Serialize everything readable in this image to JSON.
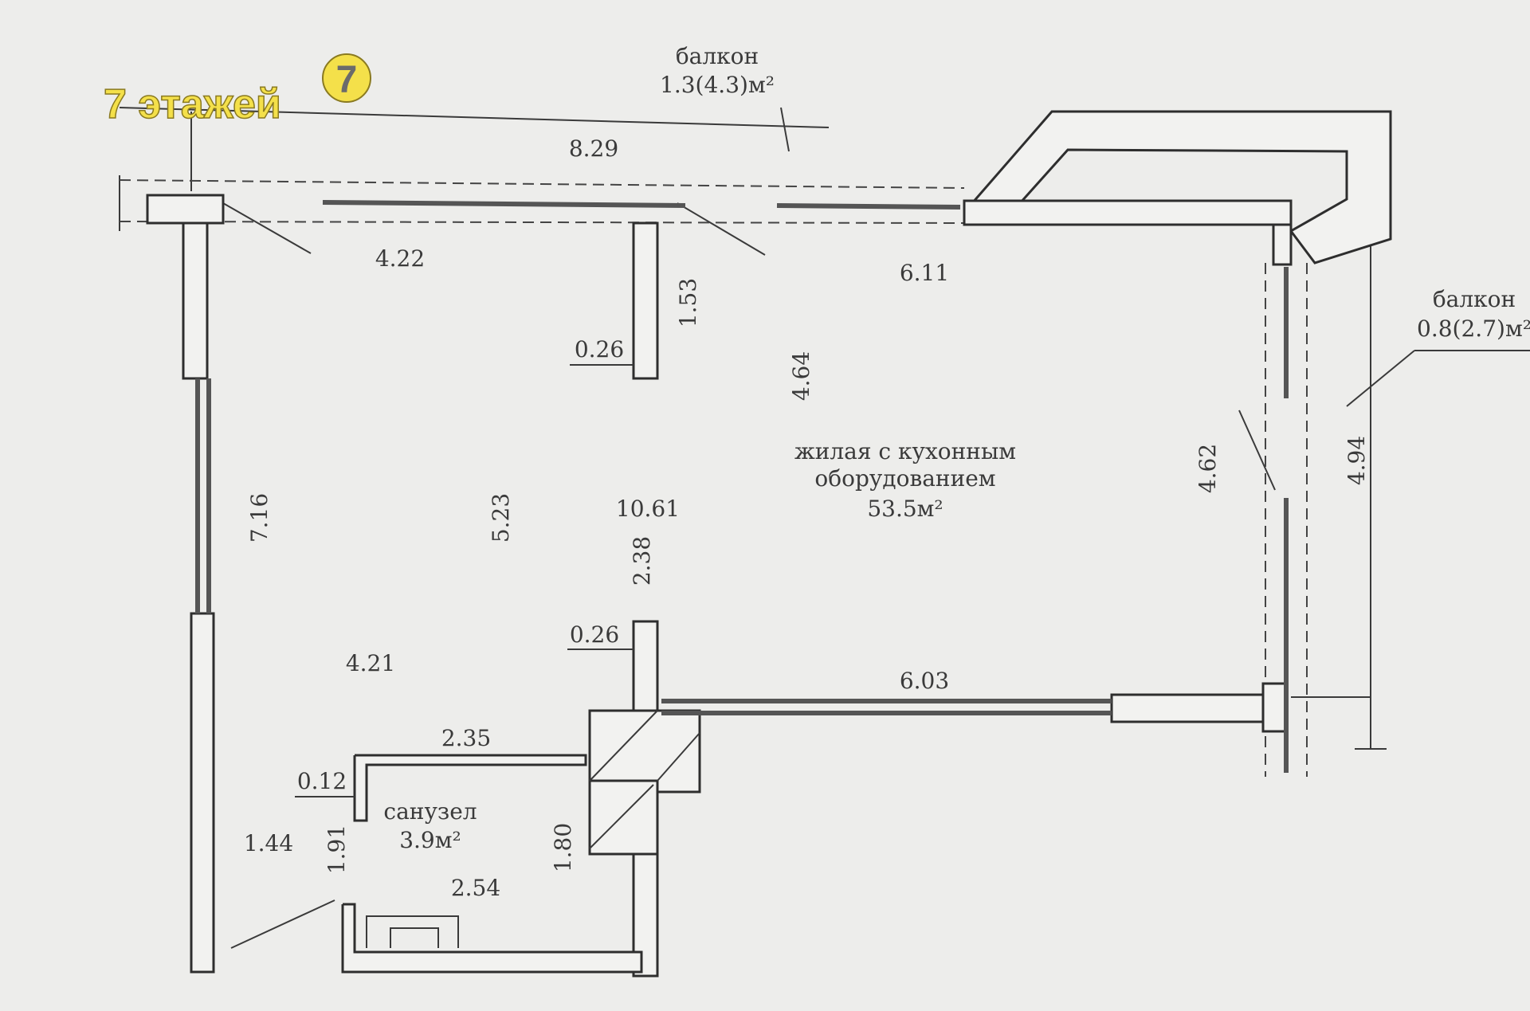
{
  "logo": {
    "text": "7 этажей",
    "badge": "7",
    "accent": "#f4e04a"
  },
  "balcony_top": {
    "label": "балкон",
    "area": "1.3(4.3)м²"
  },
  "balcony_right": {
    "label": "балкон",
    "area": "0.8(2.7)м²"
  },
  "living_room": {
    "line1": "жилая с кухонным",
    "line2": "оборудованием",
    "area": "53.5м²"
  },
  "bathroom": {
    "label": "санузел",
    "area": "3.9м²"
  },
  "dimensions": {
    "d829": "8.29",
    "d422": "4.22",
    "d611": "6.11",
    "d153": "1.53",
    "d026a": "0.26",
    "d464": "4.64",
    "d462": "4.62",
    "d494": "4.94",
    "d716": "7.16",
    "d523": "5.23",
    "d1061": "10.61",
    "d238": "2.38",
    "d026b": "0.26",
    "d421": "4.21",
    "d603": "6.03",
    "d235": "2.35",
    "d012": "0.12",
    "d144": "1.44",
    "d191": "1.91",
    "d180": "1.80",
    "d254": "2.54"
  }
}
